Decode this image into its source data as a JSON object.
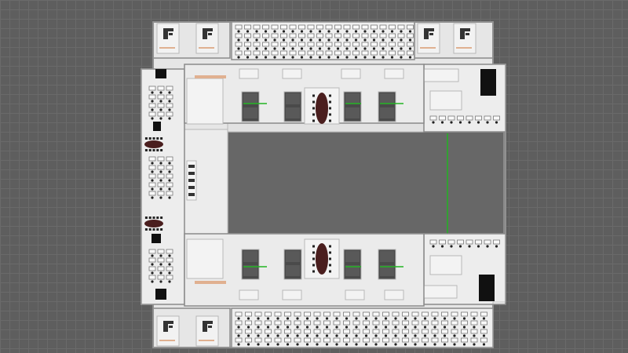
{
  "viewer": {
    "background": "grid",
    "colors": {
      "background": "#5e5e5e",
      "grid_line": "#6a6a6a",
      "floor": "#e6e6e6",
      "wall": "#8a8a8a",
      "room_outline": "#b8b8b8",
      "conference_table": "#4a1e1e",
      "divider_line": "#22b422",
      "dark_equipment": "#111111",
      "courtyard": "#676767",
      "accent_wood": "#e0b090"
    }
  },
  "floor_plan": {
    "name": "",
    "rooms": [
      "north-private-offices",
      "north-open-office",
      "west-wing",
      "central-courtyard",
      "east-wing",
      "south-open-office",
      "south-private-offices"
    ],
    "conference_tables": 4,
    "stairwells": 2,
    "open_office_desk_rows": 4
  }
}
